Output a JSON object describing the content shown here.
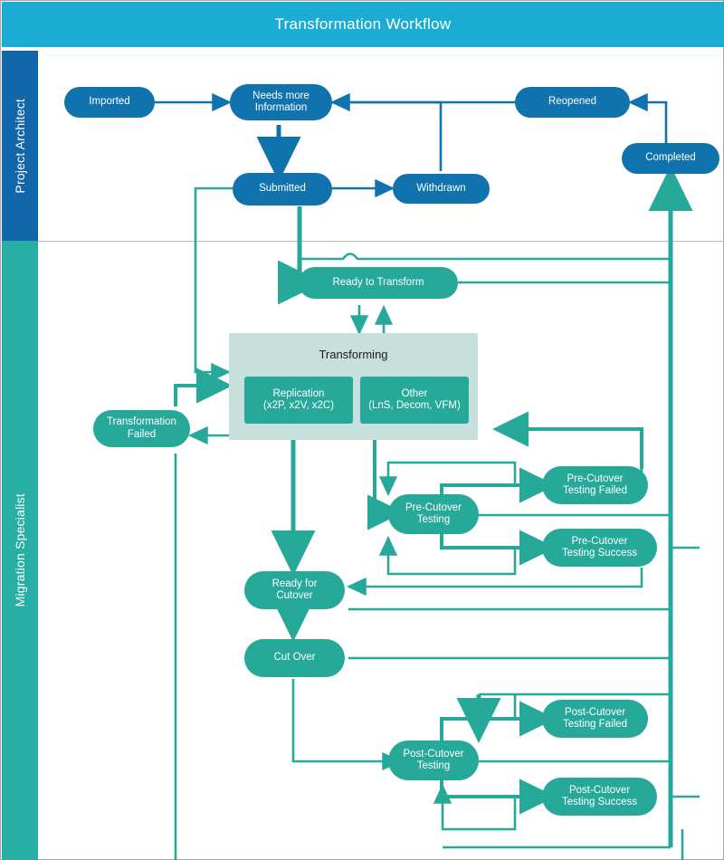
{
  "header": {
    "title": "Transformation Workflow",
    "bg": "#1BACD4"
  },
  "lanes": [
    {
      "id": "project-architect",
      "label": "Project Architect",
      "color": "#1267A8"
    },
    {
      "id": "migration-specialist",
      "label": "Migration Specialist",
      "color": "#27AFA5"
    }
  ],
  "palette": {
    "blue_node": "#1173AE",
    "teal_node": "#27A99A",
    "group_bg": "#C7E0DC",
    "blue_edge": "#1173AE",
    "teal_edge": "#27A99A",
    "frame": "#a8a8a8"
  },
  "nodes": {
    "imported": {
      "label": "Imported",
      "lane": "project-architect"
    },
    "needs_more_information": {
      "label": "Needs more\nInformation",
      "line1": "Needs more",
      "line2": "Information",
      "lane": "project-architect"
    },
    "reopened": {
      "label": "Reopened",
      "lane": "project-architect"
    },
    "completed": {
      "label": "Completed",
      "lane": "project-architect"
    },
    "submitted": {
      "label": "Submitted",
      "lane": "project-architect"
    },
    "withdrawn": {
      "label": "Withdrawn",
      "lane": "project-architect"
    },
    "ready_to_transform": {
      "label": "Ready to Transform",
      "lane": "migration-specialist"
    },
    "transforming": {
      "label": "Transforming",
      "lane": "migration-specialist"
    },
    "replication": {
      "line1": "Replication",
      "line2": "(x2P, x2V, x2C)",
      "lane": "migration-specialist"
    },
    "other": {
      "line1": "Other",
      "line2": "(LnS, Decom, VFM)",
      "lane": "migration-specialist"
    },
    "transformation_failed": {
      "line1": "Transformation",
      "line2": "Failed",
      "lane": "migration-specialist"
    },
    "pre_cutover_testing": {
      "line1": "Pre-Cutover",
      "line2": "Testing",
      "lane": "migration-specialist"
    },
    "pre_cutover_testing_failed": {
      "line1": "Pre-Cutover",
      "line2": "Testing Failed",
      "lane": "migration-specialist"
    },
    "pre_cutover_testing_success": {
      "line1": "Pre-Cutover",
      "line2": "Testing Success",
      "lane": "migration-specialist"
    },
    "ready_for_cutover": {
      "line1": "Ready for",
      "line2": "Cutover",
      "lane": "migration-specialist"
    },
    "cut_over": {
      "label": "Cut Over",
      "lane": "migration-specialist"
    },
    "post_cutover_testing": {
      "line1": "Post-Cutover",
      "line2": "Testing",
      "lane": "migration-specialist"
    },
    "post_cutover_testing_failed": {
      "line1": "Post-Cutover",
      "line2": "Testing Failed",
      "lane": "migration-specialist"
    },
    "post_cutover_testing_success": {
      "line1": "Post-Cutover",
      "line2": "Testing Success",
      "lane": "migration-specialist"
    }
  },
  "chart_data": {
    "type": "diagram",
    "title": "Transformation Workflow",
    "diagram_kind": "swimlane-state-flow",
    "lanes": [
      "Project Architect",
      "Migration Specialist"
    ],
    "states": [
      "Imported",
      "Needs more Information",
      "Submitted",
      "Withdrawn",
      "Reopened",
      "Completed",
      "Ready to Transform",
      "Transforming",
      "Replication (x2P, x2V, x2C)",
      "Other (LnS, Decom, VFM)",
      "Transformation Failed",
      "Pre-Cutover Testing",
      "Pre-Cutover Testing Failed",
      "Pre-Cutover Testing Success",
      "Ready for Cutover",
      "Cut Over",
      "Post-Cutover Testing",
      "Post-Cutover Testing Failed",
      "Post-Cutover Testing Success"
    ],
    "transitions": [
      [
        "Imported",
        "Needs more Information"
      ],
      [
        "Needs more Information",
        "Submitted"
      ],
      [
        "Submitted",
        "Withdrawn"
      ],
      [
        "Submitted",
        "Ready to Transform"
      ],
      [
        "Submitted",
        "Transforming"
      ],
      [
        "Withdrawn",
        "Needs more Information"
      ],
      [
        "Reopened",
        "Needs more Information"
      ],
      [
        "Completed",
        "Reopened"
      ],
      [
        "Ready to Transform",
        "Transforming"
      ],
      [
        "Transforming",
        "Ready to Transform"
      ],
      [
        "Transforming",
        "Transformation Failed"
      ],
      [
        "Transformation Failed",
        "Transforming"
      ],
      [
        "Transforming",
        "Ready for Cutover"
      ],
      [
        "Transforming",
        "Pre-Cutover Testing"
      ],
      [
        "Pre-Cutover Testing",
        "Pre-Cutover Testing Failed"
      ],
      [
        "Pre-Cutover Testing",
        "Pre-Cutover Testing Success"
      ],
      [
        "Pre-Cutover Testing Failed",
        "Pre-Cutover Testing"
      ],
      [
        "Pre-Cutover Testing Failed",
        "Transforming"
      ],
      [
        "Pre-Cutover Testing Success",
        "Pre-Cutover Testing"
      ],
      [
        "Pre-Cutover Testing Success",
        "Ready for Cutover"
      ],
      [
        "Ready for Cutover",
        "Cut Over"
      ],
      [
        "Cut Over",
        "Post-Cutover Testing"
      ],
      [
        "Post-Cutover Testing",
        "Post-Cutover Testing Failed"
      ],
      [
        "Post-Cutover Testing",
        "Post-Cutover Testing Success"
      ],
      [
        "Post-Cutover Testing Failed",
        "Post-Cutover Testing"
      ],
      [
        "Post-Cutover Testing Success",
        "Post-Cutover Testing"
      ],
      [
        "Post-Cutover Testing Success",
        "Completed"
      ]
    ]
  }
}
